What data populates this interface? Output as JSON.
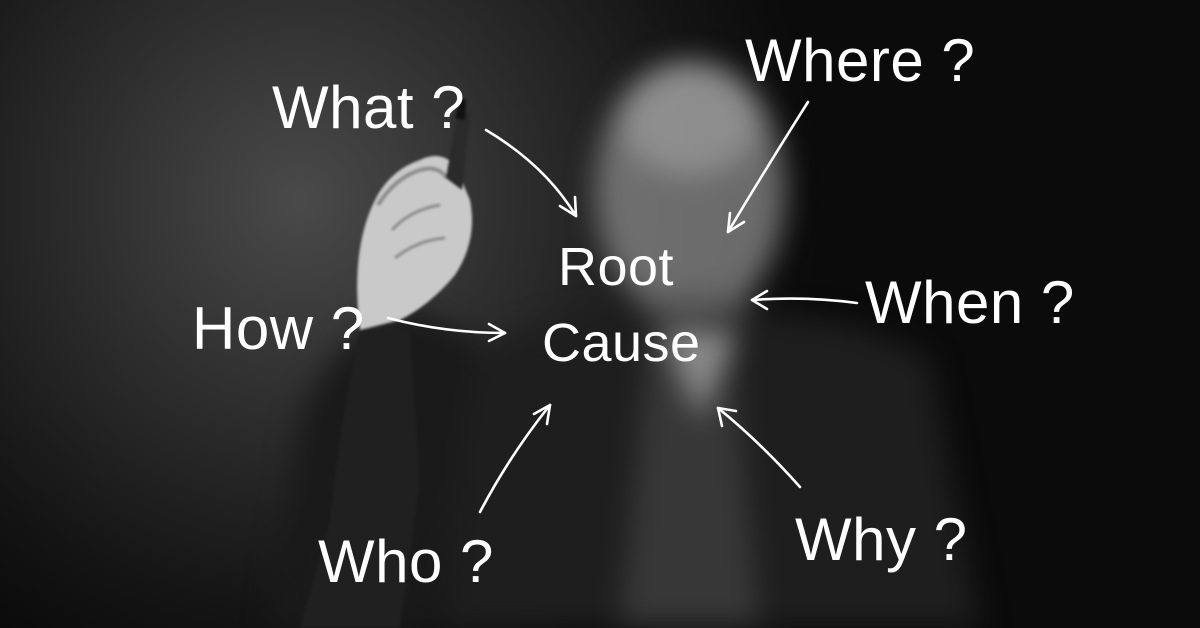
{
  "diagram": {
    "center": {
      "line1": "Root",
      "line2": "Cause"
    },
    "questions": {
      "what": "What ?",
      "where": "Where ?",
      "how": "How ?",
      "when": "When ?",
      "who": "Who ?",
      "why": "Why ?"
    }
  },
  "colors": {
    "text": "#ffffff",
    "background": "#1a1a1a"
  }
}
